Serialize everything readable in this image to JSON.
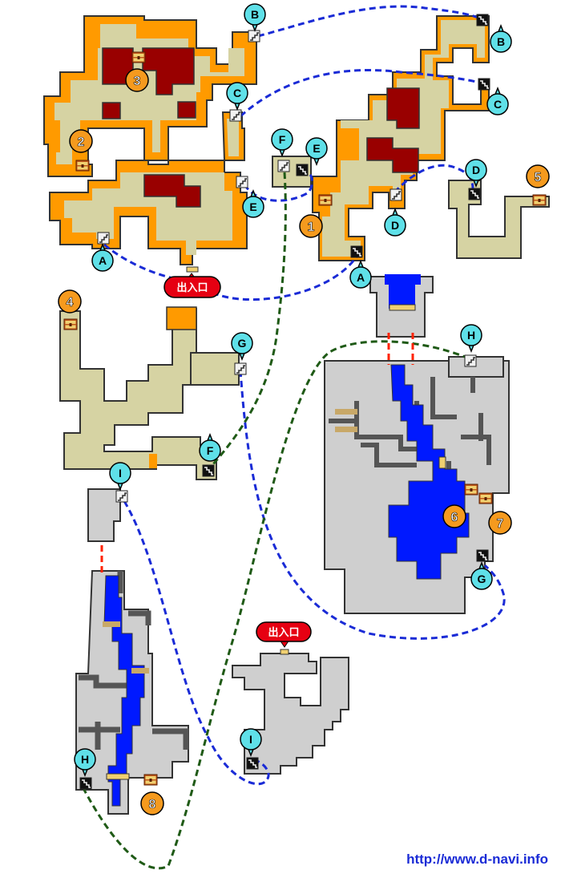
{
  "site_url": "http://www.d-navi.info",
  "entrance_label": "出入口",
  "link_labels": [
    "A",
    "B",
    "C",
    "D",
    "E",
    "F",
    "G",
    "H",
    "I"
  ],
  "treasure_numbers": [
    "1",
    "2",
    "3",
    "4",
    "5",
    "6",
    "7",
    "8"
  ],
  "colors": {
    "floor_beige": "#d6d3a3",
    "floor_orange": "#ff9a00",
    "floor_gray": "#cfcfcf",
    "wall_dark": "#555555",
    "lava_red": "#990000",
    "water_blue": "#0019ff",
    "bubble_cyan": "#5fe0e8",
    "marker_orange": "#f59a1e",
    "entrance_red": "#e60012",
    "link_blue": "#1a2bd6",
    "link_green": "#1f5a16",
    "link_red": "#ff2200"
  }
}
